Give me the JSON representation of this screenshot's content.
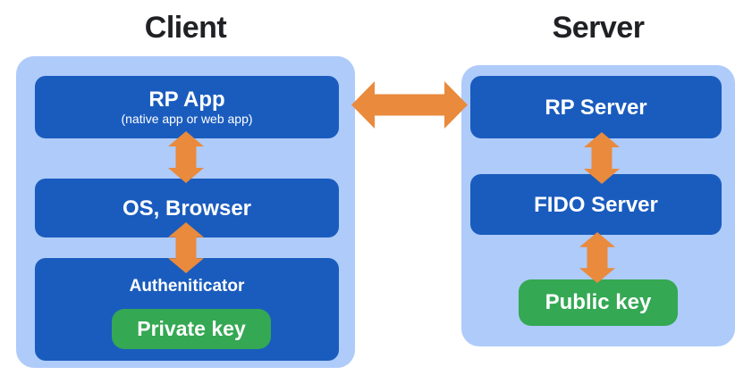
{
  "colors": {
    "group_bg": "#AECBFA",
    "box_bg": "#1A5CBE",
    "key_bg": "#34A853",
    "arrow_color": "#E98A3C",
    "title_color": "#202124",
    "box_text_color": "#FFFFFF"
  },
  "client": {
    "title": "Client",
    "rp_app": {
      "label": "RP App",
      "sublabel": "(native app or web app)"
    },
    "os_browser": {
      "label": "OS, Browser"
    },
    "authenticator": {
      "label": "Autheniticator",
      "key": "Private key"
    }
  },
  "server": {
    "title": "Server",
    "rp_server": {
      "label": "RP Server"
    },
    "fido_server": {
      "label": "FIDO Server"
    },
    "public_key": {
      "label": "Public key"
    }
  }
}
